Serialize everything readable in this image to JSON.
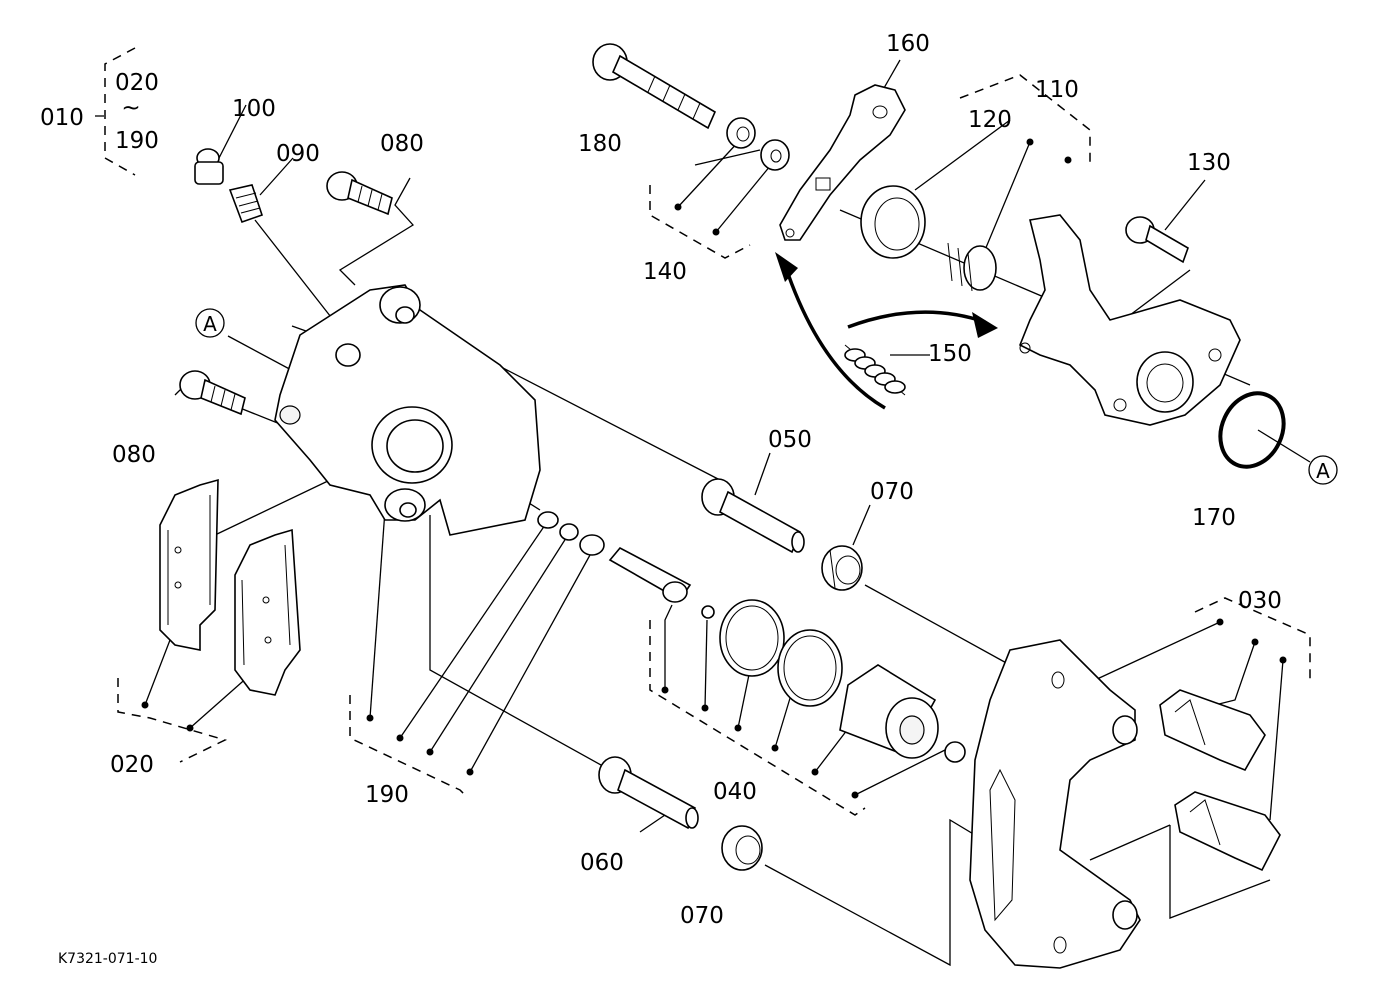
{
  "diagram": {
    "code": "K7321-071-10",
    "range": {
      "top": "020",
      "tilde": "~",
      "bottom": "190"
    },
    "callout_letter": "A",
    "labels": {
      "l010": "010",
      "l020": "020",
      "l030": "030",
      "l040": "040",
      "l050": "050",
      "l060": "060",
      "l070a": "070",
      "l070b": "070",
      "l080a": "080",
      "l080b": "080",
      "l090": "090",
      "l100": "100",
      "l110": "110",
      "l120": "120",
      "l130": "130",
      "l140": "140",
      "l150": "150",
      "l160": "160",
      "l170": "170",
      "l180": "180",
      "l190": "190"
    }
  }
}
